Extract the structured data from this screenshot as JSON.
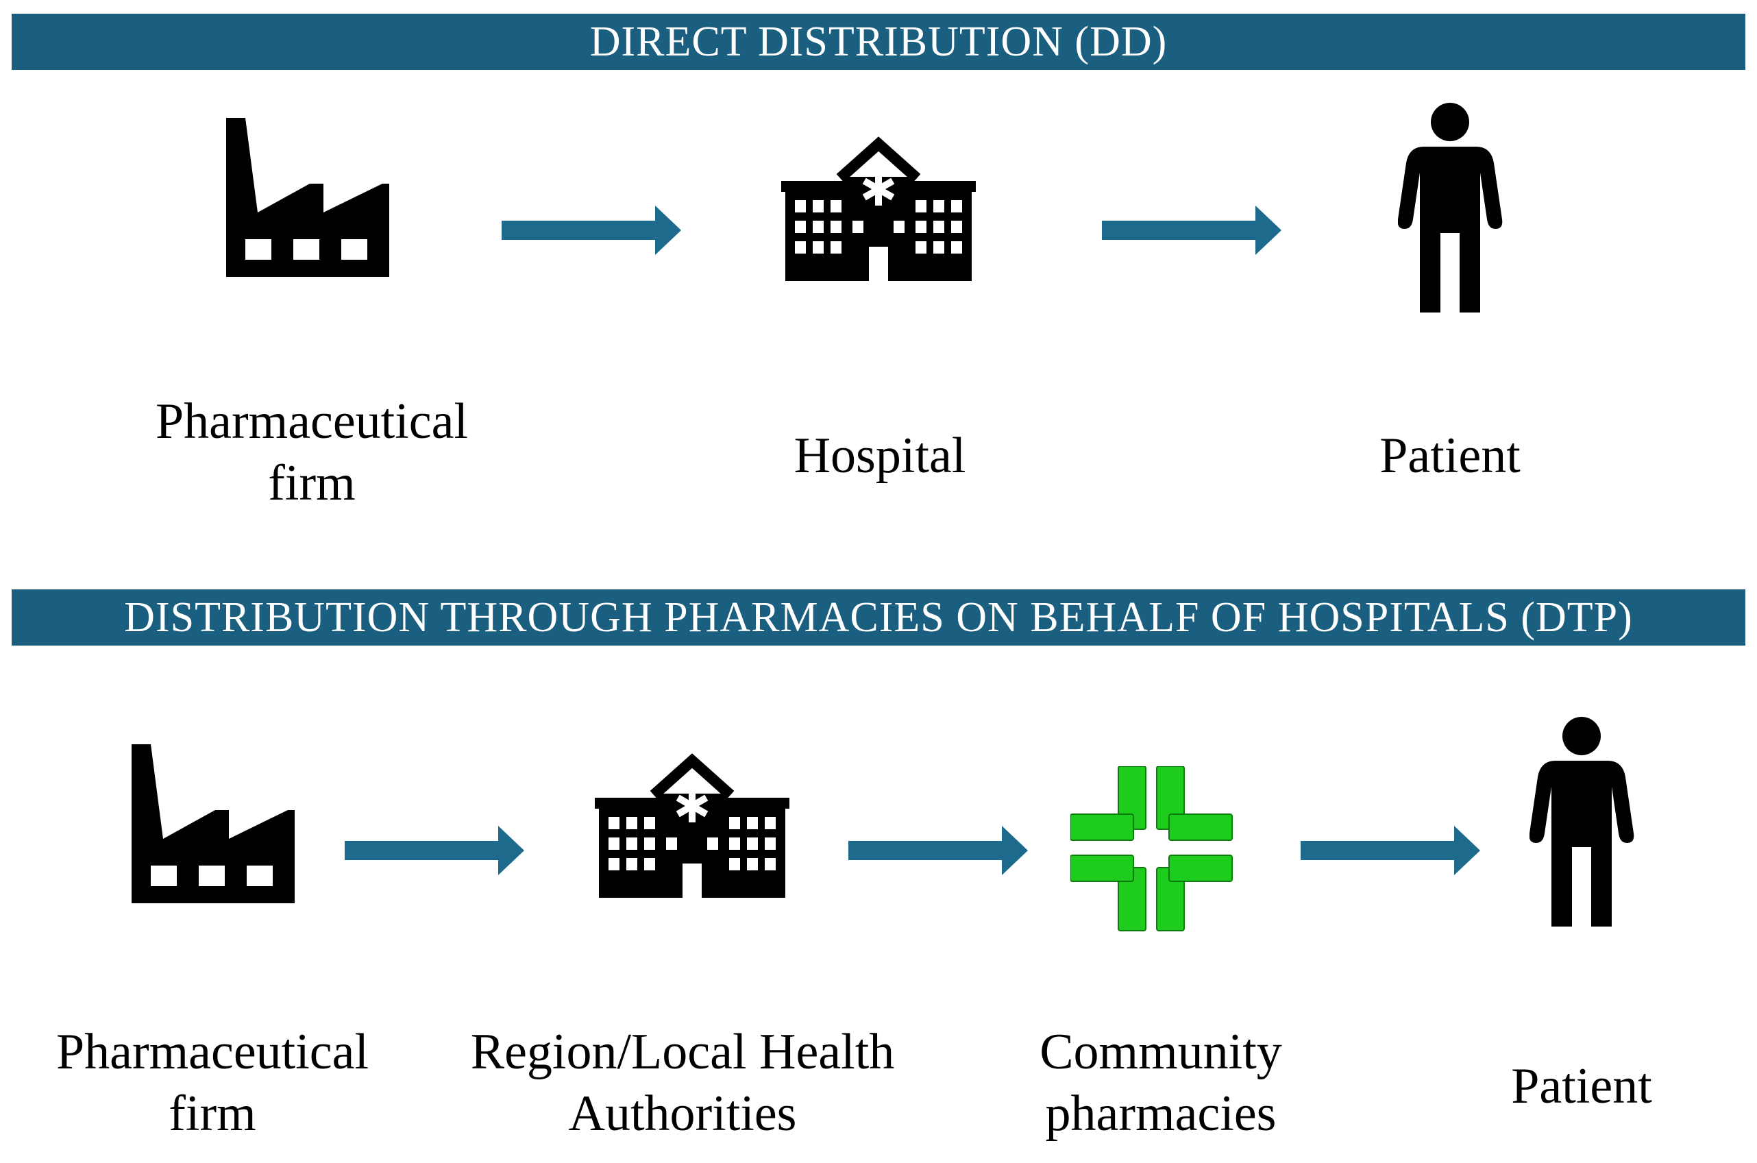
{
  "sections": {
    "dd": {
      "title": "DIRECT DISTRIBUTION (DD)",
      "nodes": [
        {
          "icon": "factory-icon",
          "label_lines": [
            "Pharmaceutical",
            "firm"
          ]
        },
        {
          "icon": "hospital-icon",
          "label_lines": [
            "Hospital"
          ]
        },
        {
          "icon": "person-icon",
          "label_lines": [
            "Patient"
          ]
        }
      ]
    },
    "dtp": {
      "title": "DISTRIBUTION THROUGH PHARMACIES ON BEHALF OF HOSPITALS (DTP)",
      "nodes": [
        {
          "icon": "factory-icon",
          "label_lines": [
            "Pharmaceutical",
            "firm"
          ]
        },
        {
          "icon": "hospital-icon",
          "label_lines": [
            "Region/Local Health",
            "Authorities"
          ]
        },
        {
          "icon": "pharmacy-cross-icon",
          "label_lines": [
            "Community",
            "pharmacies"
          ]
        },
        {
          "icon": "person-icon",
          "label_lines": [
            "Patient"
          ]
        }
      ]
    }
  },
  "colors": {
    "banner": "#1a5f7f",
    "arrow": "#1d6a8c",
    "pharmacy_cross": "#1ecc1e",
    "icon": "#000000"
  }
}
